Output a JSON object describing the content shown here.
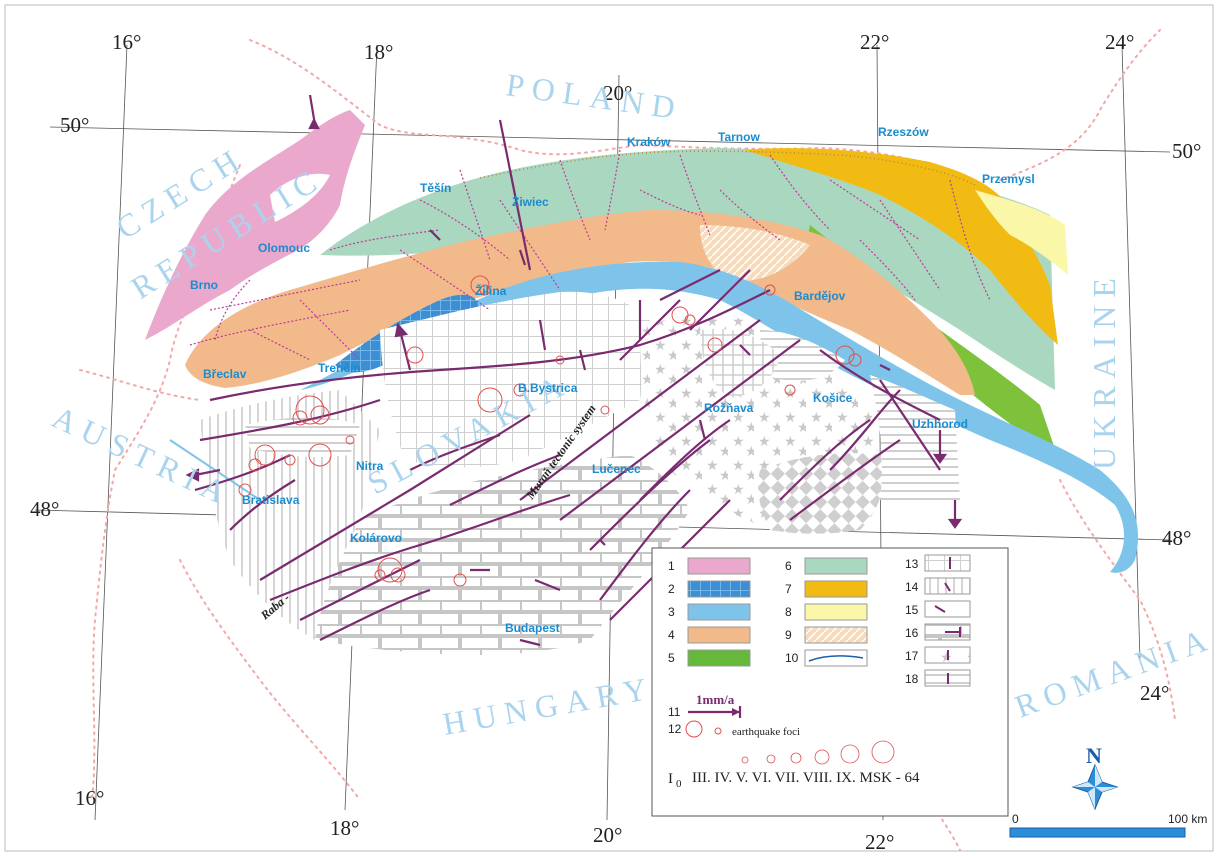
{
  "degrees": {
    "lon16_top": "16°",
    "lon18_top": "18°",
    "lon20_top": "20°",
    "lon22_top": "22°",
    "lon24_top": "24°",
    "lat50_left": "50°",
    "lat50_right": "50°",
    "lat48_left": "48°",
    "lat48_right": "48°",
    "lon16_bottom": "16°",
    "lon18_bottom": "18°",
    "lon20_bottom": "20°",
    "lon22_bottom": "22°",
    "lon24_bottom": "24°"
  },
  "countries": {
    "poland": "POLAND",
    "czech": "CZECH",
    "republic": "REPUBLIC",
    "slovakia": "SLOVAKIA",
    "austria": "AUSTRIA",
    "hungary": "HUNGARY",
    "ukraine": "UKRAINE",
    "romania": "ROMANIA"
  },
  "cities": {
    "krakow": "Kraków",
    "tarnow": "Tarnow",
    "rzeszow": "Rzeszów",
    "przemysl": "Przemysl",
    "tesin": "Těšín",
    "ziwiec": "Żiwiec",
    "olomouc": "Olomouc",
    "brno": "Brno",
    "zilina": "Žilina",
    "bardejov": "Bardějov",
    "breclav": "Břeclav",
    "trencin": "Trenčín",
    "bbystrica": "B.Bystrica",
    "roznava": "Rožňava",
    "kosice": "Košice",
    "uzhhorod": "Uzhhorod",
    "nitra": "Nitra",
    "lucenec": "Lučenec",
    "bratislava": "Bratislava",
    "kolarovo": "Kolárovo",
    "budapest": "Budapest"
  },
  "annotations": {
    "muran": "Muraň tectonic system",
    "raba": "Raba -"
  },
  "colors": {
    "bohemian": "#eba8cd",
    "flysch": "#a9d7bf",
    "inner": "#f2b98a",
    "klippen": "#7ec4ea",
    "blue_dark": "#3c8fd4",
    "outer_east": "#7ec13b",
    "foredeep": "#f1bb13",
    "platform": "#fbf7a8",
    "hatched": "#f6dcbc",
    "fault": "#7a2a6e",
    "quake": "#e05050",
    "border": "#f2a8a8",
    "river": "#7ec4ea"
  },
  "legend": {
    "items": [
      {
        "n": "1",
        "swatch": "#eba8cd"
      },
      {
        "n": "2",
        "swatch": "#3c8fd4"
      },
      {
        "n": "3",
        "swatch": "#7ec4ea"
      },
      {
        "n": "4",
        "swatch": "#f2b98a"
      },
      {
        "n": "5",
        "swatch": "#66b83a"
      },
      {
        "n": "6",
        "swatch": "#a9d7bf"
      },
      {
        "n": "7",
        "swatch": "#f1bb13"
      },
      {
        "n": "8",
        "swatch": "#fbf7a8"
      },
      {
        "n": "9",
        "swatch": "#f6dcbc"
      },
      {
        "n": "10",
        "swatch": "#ffffff"
      }
    ],
    "pattern_items": [
      "13",
      "14",
      "15",
      "16",
      "17",
      "18"
    ],
    "item11_label": "11",
    "rate": "1mm/a",
    "item12_label": "12",
    "foci": "earthquake foci",
    "io_symbol": "I",
    "io_sub": "0",
    "intensity": "III. IV.  V.  VI. VII. VIII.  IX.  MSK - 64"
  },
  "north": "N",
  "scale": {
    "zero": "0",
    "max": "100 km"
  }
}
